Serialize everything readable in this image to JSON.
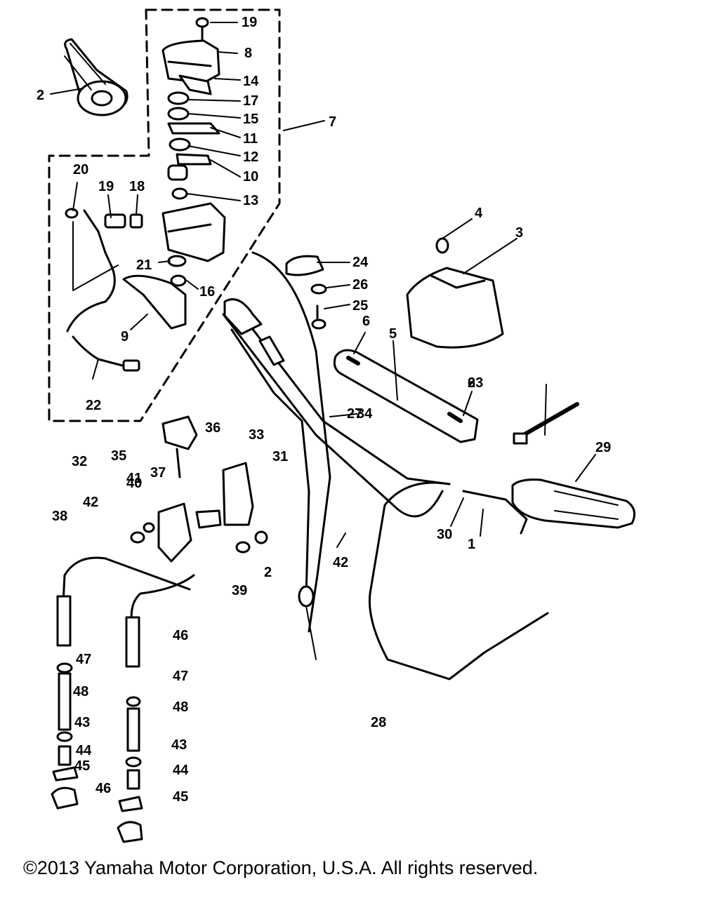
{
  "diagram": {
    "callouts": [
      "19",
      "8",
      "14",
      "17",
      "15",
      "11",
      "12",
      "10",
      "13",
      "7",
      "2",
      "20",
      "19",
      "18",
      "21",
      "16",
      "9",
      "22",
      "4",
      "3",
      "24",
      "26",
      "25",
      "6",
      "5",
      "23",
      "6",
      "27",
      "34",
      "33",
      "31",
      "32",
      "35",
      "36",
      "37",
      "41",
      "40",
      "42",
      "38",
      "39",
      "2",
      "29",
      "30",
      "1",
      "42",
      "46",
      "47",
      "48",
      "43",
      "44",
      "45",
      "46",
      "47",
      "48",
      "43",
      "44",
      "45",
      "28"
    ]
  },
  "footer": {
    "copyright": "©2013 Yamaha Motor Corporation, U.S.A. All rights reserved."
  }
}
